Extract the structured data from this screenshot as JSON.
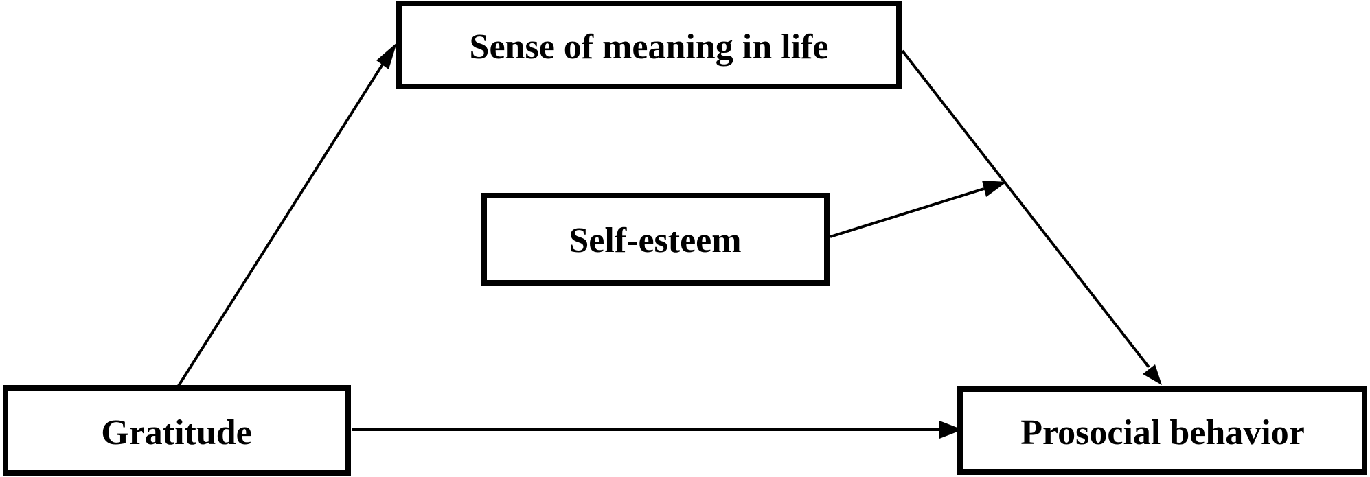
{
  "diagram": {
    "nodes": {
      "meaning": {
        "label": "Sense of meaning in life"
      },
      "self_esteem": {
        "label": "Self-esteem"
      },
      "gratitude": {
        "label": "Gratitude"
      },
      "prosocial": {
        "label": "Prosocial behavior"
      }
    },
    "edges": [
      {
        "from": "gratitude",
        "to": "meaning"
      },
      {
        "from": "meaning",
        "to": "prosocial"
      },
      {
        "from": "gratitude",
        "to": "prosocial"
      },
      {
        "from": "self_esteem",
        "to": "meaning-prosocial path",
        "type": "moderation"
      }
    ],
    "colors": {
      "stroke": "#000000",
      "background": "#ffffff"
    }
  }
}
